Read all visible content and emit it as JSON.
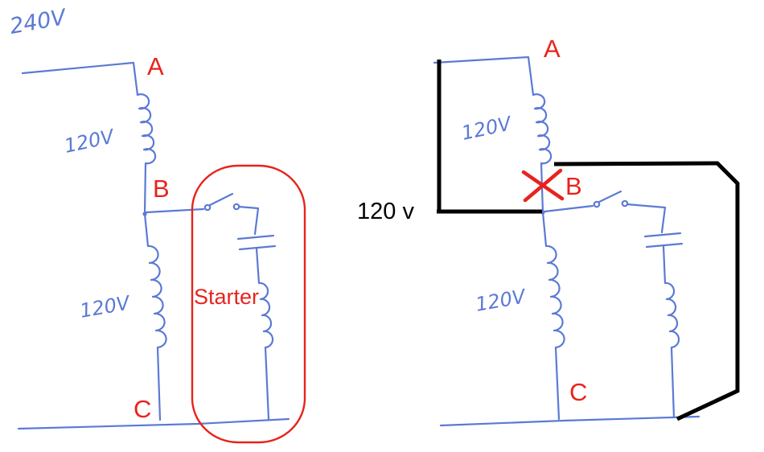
{
  "colors": {
    "ink_blue": "#5b7ad4",
    "annotation_red": "#e8231d",
    "fault_black": "#000000",
    "paper_white": "#ffffff"
  },
  "left_circuit": {
    "supply_voltage": "240V",
    "node_a_label": "A",
    "node_b_label": "B",
    "node_c_label": "C",
    "upper_winding_voltage": "120V",
    "lower_winding_voltage": "120V",
    "starter_label": "Starter"
  },
  "right_circuit": {
    "node_a_label": "A",
    "node_b_label": "B",
    "node_c_label": "C",
    "upper_winding_voltage": "120V",
    "lower_winding_voltage": "120V",
    "measured_voltage": "120 v"
  }
}
